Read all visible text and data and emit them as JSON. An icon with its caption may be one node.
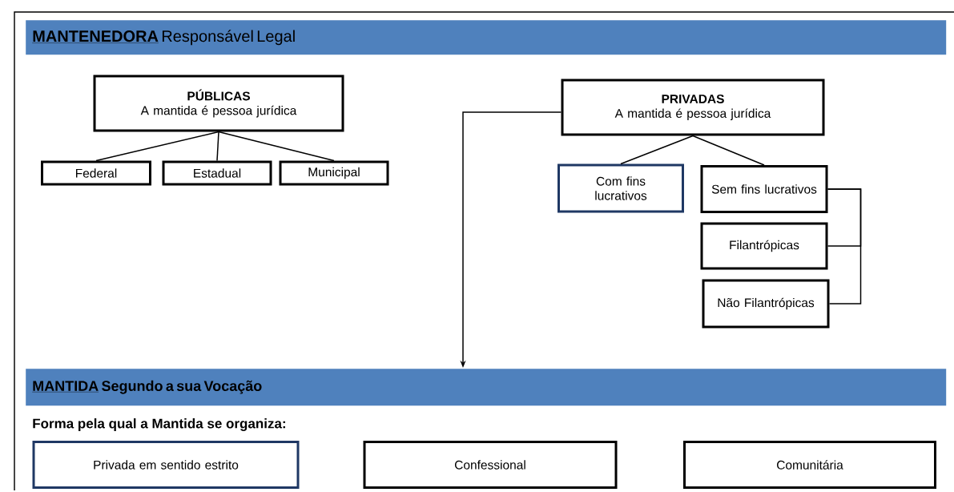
{
  "diagram": {
    "nodes": [
      {
        "text": [
          "MANTENEDORA",
          "Responsável Legal"
        ]
      },
      {
        "text": [
          "PÚBLICAS",
          "A mantida é pessoa jurídica"
        ]
      },
      {
        "text": [
          "Federal"
        ]
      },
      {
        "text": [
          "Estadual"
        ]
      },
      {
        "text": [
          "Municipal"
        ]
      },
      {
        "text": [
          "PRIVADAS",
          "A mantida é pessoa jurídica"
        ]
      },
      {
        "text": [
          "Com fins lucrativos"
        ]
      },
      {
        "text": [
          "Sem fins lucrativos"
        ]
      },
      {
        "text": [
          "Filantrópicas"
        ]
      },
      {
        "text": [
          "Não Filantrópicas"
        ]
      },
      {
        "text": [
          "MANTIDA",
          "Segundo a sua Vocação"
        ]
      },
      {
        "text": [
          "Privada em sentido estrito"
        ]
      },
      {
        "text": [
          "Confessional"
        ]
      },
      {
        "text": [
          "Comunitária"
        ]
      }
    ],
    "edges": [
      {
        "from": 1,
        "to": 2,
        "arrow": "none"
      },
      {
        "from": 1,
        "to": 3,
        "arrow": "none"
      },
      {
        "from": 1,
        "to": 4,
        "arrow": "none"
      },
      {
        "from": 5,
        "to": 6,
        "arrow": "none"
      },
      {
        "from": 5,
        "to": 7,
        "arrow": "none"
      },
      {
        "from": 7,
        "to": 8,
        "arrow": "none"
      },
      {
        "from": 7,
        "to": 9,
        "arrow": "none"
      },
      {
        "from": 5,
        "to": 10,
        "arrow": "to"
      }
    ],
    "labels": [
      "Forma pela qual a Mantida se organiza:"
    ]
  }
}
